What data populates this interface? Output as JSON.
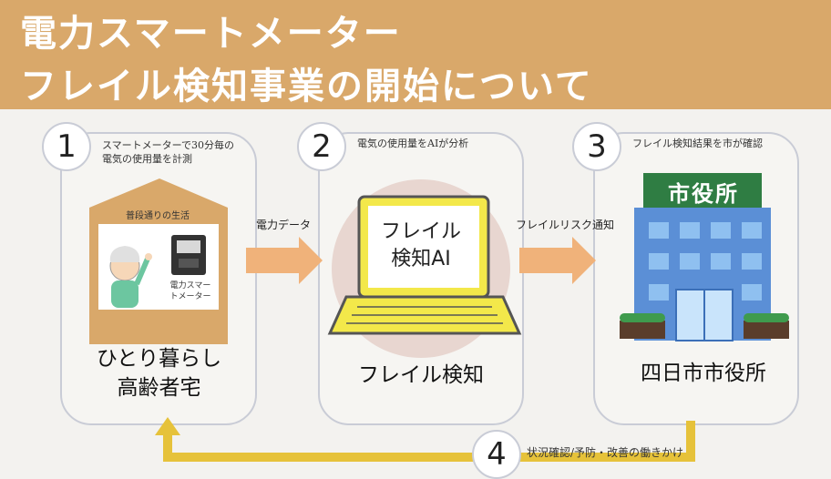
{
  "title": {
    "line1": "電力スマートメーター",
    "line2": "フレイル検知事業の開始について"
  },
  "steps": [
    {
      "number": "1",
      "desc_line1": "スマートメーターで30分毎の",
      "desc_line2": "電気の使用量を計測",
      "label_line1": "ひとり暮らし",
      "label_line2": "高齢者宅",
      "house_title": "普段通りの生活",
      "meter_label": "電力スマートメーター"
    },
    {
      "number": "2",
      "desc": "電気の使用量をAIが分析",
      "screen_line1": "フレイル",
      "screen_line2": "検知AI",
      "label": "フレイル検知"
    },
    {
      "number": "3",
      "desc": "フレイル検知結果を市が確認",
      "sign": "市役所",
      "label": "四日市市役所"
    },
    {
      "number": "4",
      "desc": "状況確認/予防・改善の働きかけ"
    }
  ],
  "arrows": {
    "a1_label": "電力データ",
    "a2_label": "フレイルリスク通知"
  },
  "colors": {
    "banner": "#d9a86a",
    "arrow_orange": "#f0b27a",
    "return_arrow": "#e6c23a",
    "laptop": "#f3e84a",
    "building": "#5b8fd6"
  }
}
